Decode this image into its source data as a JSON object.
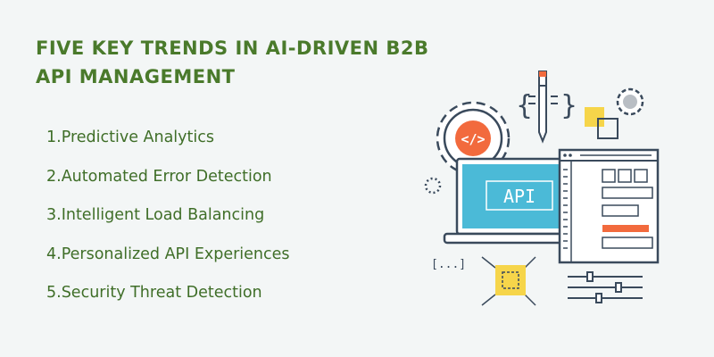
{
  "title": "FIVE KEY TRENDS IN AI-DRIVEN B2B API MANAGEMENT",
  "trends": [
    "1.Predictive Analytics",
    "2.Automated Error Detection",
    "3.Intelligent Load Balancing",
    "4.Personalized API Experiences",
    "5.Security Threat Detection"
  ],
  "illustration": {
    "screen_label": "API",
    "code_tag": "</>",
    "braces_left": "{",
    "braces_right": "}",
    "dots": "[...]",
    "colors": {
      "text_green": "#4a7a2b",
      "outline": "#3a4a5c",
      "screen_blue": "#4bbad7",
      "accent_orange": "#f26a3d",
      "accent_yellow": "#f6d54a",
      "gear_gray": "#b9bec4"
    }
  }
}
